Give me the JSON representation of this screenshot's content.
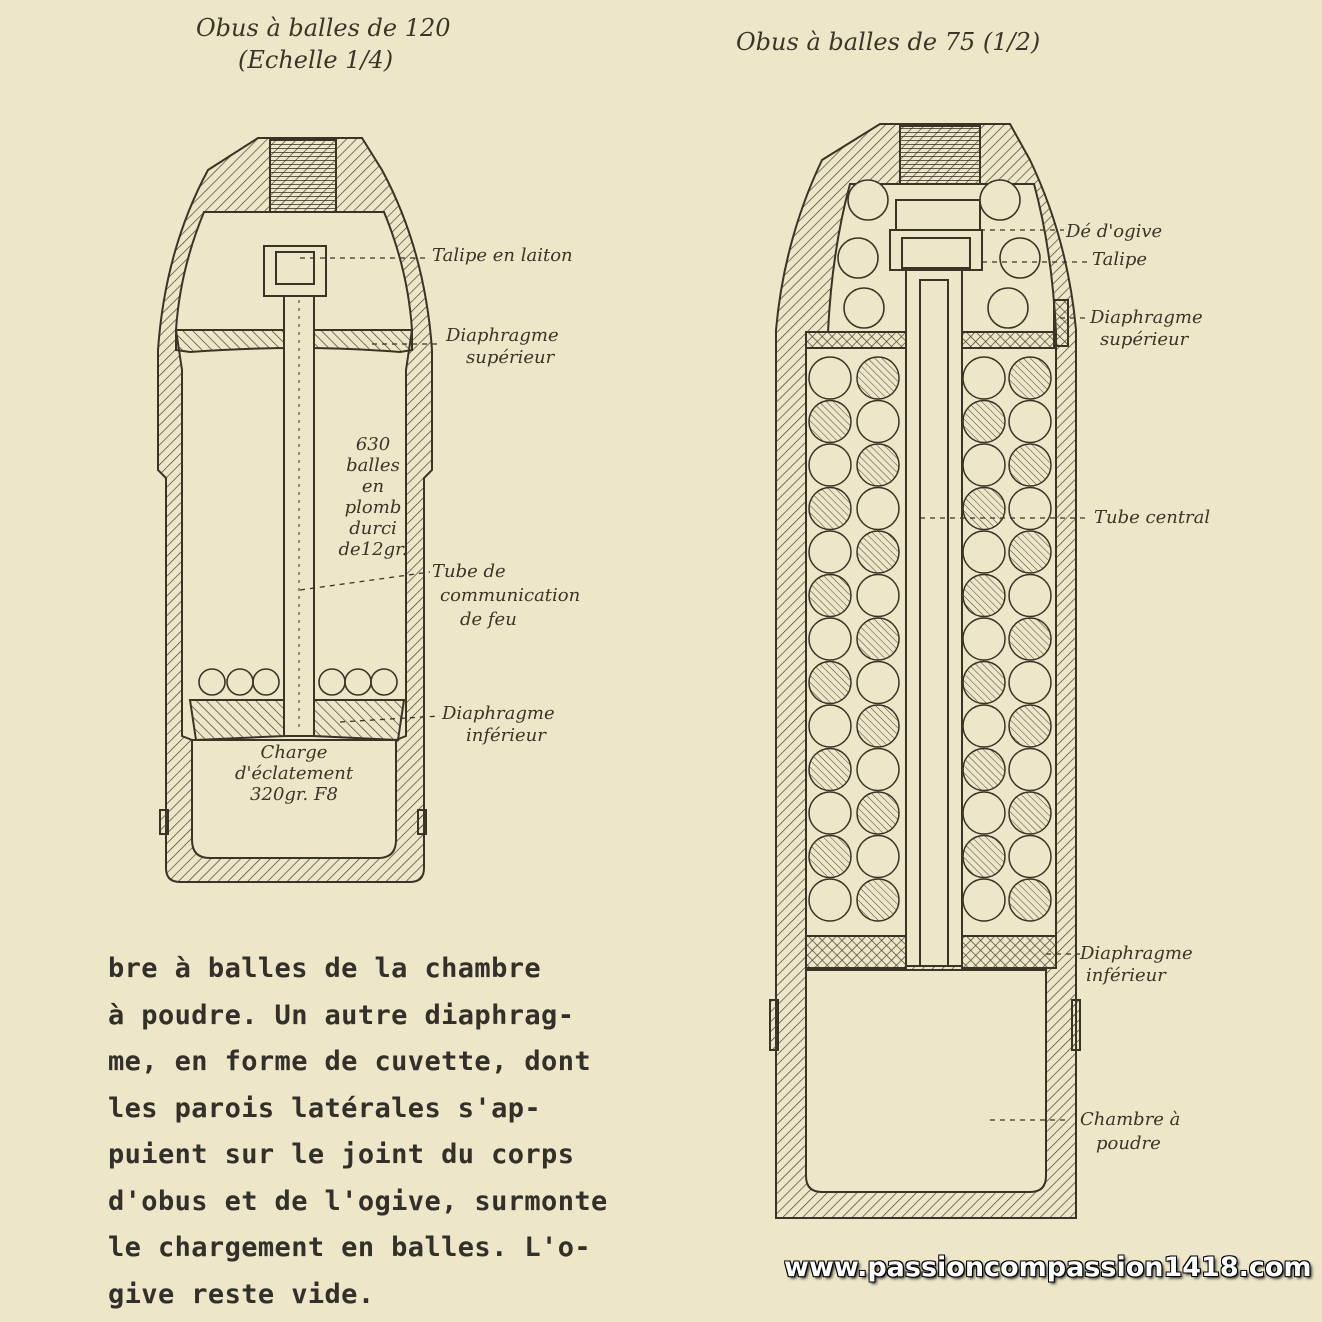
{
  "left_shell": {
    "title": "Obus à balles de 120",
    "scale": "(Echelle 1/4)",
    "labels": {
      "talipe": "Talipe en laiton",
      "diaphragme_sup_1": "Diaphragme",
      "diaphragme_sup_2": "supérieur",
      "balles_1": "630",
      "balles_2": "balles",
      "balles_3": "en",
      "balles_4": "plomb",
      "balles_5": "durci",
      "balles_6": "de12gr.",
      "tube_1": "Tube de",
      "tube_2": "communication",
      "tube_3": "de feu",
      "diaphragme_inf_1": "Diaphragme",
      "diaphragme_inf_2": "inférieur",
      "charge_1": "Charge",
      "charge_2": "d'éclatement",
      "charge_3": "320gr. F8"
    }
  },
  "right_shell": {
    "title": "Obus à balles de 75 (1/2)",
    "labels": {
      "de_ogive": "Dé d'ogive",
      "talipe": "Talipe",
      "diaphragme_sup_1": "Diaphragme",
      "diaphragme_sup_2": "supérieur",
      "tube_central": "Tube central",
      "diaphragme_inf_1": "Diaphragme",
      "diaphragme_inf_2": "inférieur",
      "chambre_1": "Chambre à",
      "chambre_2": "poudre"
    }
  },
  "typed_text": [
    "bre à balles de la chambre",
    "à poudre. Un autre diaphrag-",
    "me, en forme de cuvette, dont",
    "les parois latérales s'ap-",
    "puient sur le joint du corps",
    "d'obus et de l'ogive, surmonte",
    "le chargement en balles. L'o-",
    "give reste vide."
  ],
  "watermark": "www.passioncompassion1418.com",
  "colors": {
    "paper": "#ede6c8",
    "ink": "#3a3426"
  }
}
